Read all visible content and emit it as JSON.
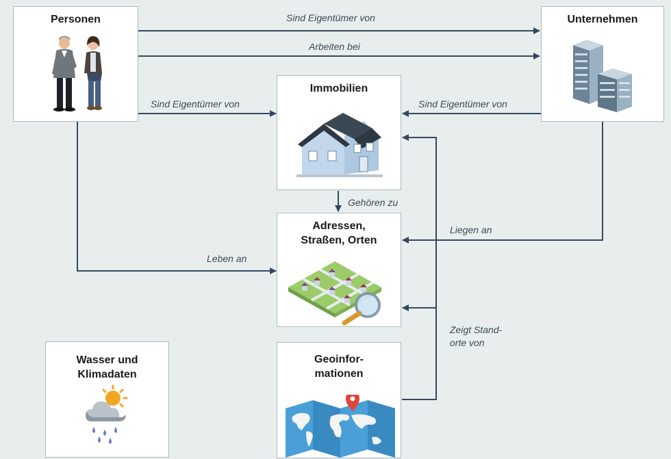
{
  "boxes": {
    "personen": "Personen",
    "unternehmen": "Unternehmen",
    "immobilien": "Immobilien",
    "adressen": "Adressen,\nStraßen, Orten",
    "wasser": "Wasser und\nKlimadaten",
    "geo": "Geoinfor-\nmationen"
  },
  "edges": {
    "personen_eigentuemer_unternehmen": "Sind Eigentümer von",
    "personen_arbeiten_unternehmen": "Arbeiten bei",
    "personen_eigentuemer_immobilien": "Sind Eigentümer von",
    "unternehmen_eigentuemer_immobilien": "Sind Eigentümer von",
    "immobilien_gehoeren_adressen": "Gehören zu",
    "unternehmen_liegen_adressen": "Liegen an",
    "personen_leben_adressen": "Leben an",
    "geo_zeigt": "Zeigt Stand-\norte von"
  },
  "colors": {
    "line": "#34495e",
    "background": "#e8eeee"
  }
}
